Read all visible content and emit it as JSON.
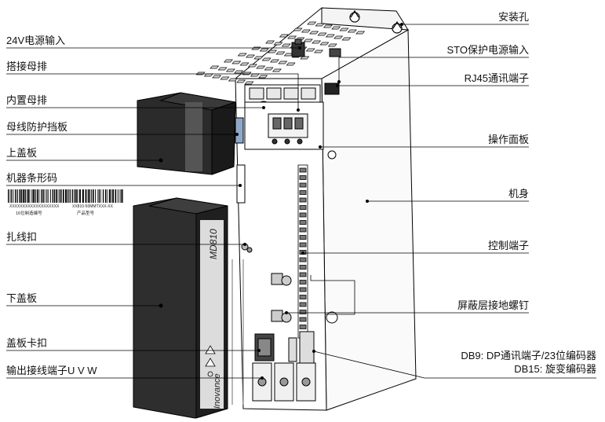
{
  "labels": {
    "left": {
      "v24_input": "24V电源输入",
      "bridge_busbar": "搭接母排",
      "internal_busbar": "内置母排",
      "busbar_guard": "母线防护挡板",
      "top_cover": "上盖板",
      "barcode": "机器条形码",
      "cable_tie": "扎线扣",
      "bottom_cover": "下盖板",
      "cover_clip": "盖板卡扣",
      "output_terminal": "输出接线端子U V W"
    },
    "right": {
      "mounting_hole": "安装孔",
      "sto_input": "STO保护电源输入",
      "rj45": "RJ45通讯端子",
      "operation_panel": "操作面板",
      "body": "机身",
      "control_terminal": "控制端子",
      "shield_screw": "屏蔽层接地螺钉",
      "db9": "DB9: DP通讯端子/23位编码器",
      "db15": "DB15: 旋变编码器"
    }
  },
  "barcode_label": {
    "serial": "XXXXXXXXXXXXXXXXXXX",
    "model": "XX810-50MMTXXX-XX",
    "serial_caption": "16位制造编号",
    "model_caption": "产品型号"
  },
  "product": {
    "model_mark": "MD810",
    "brand_mark": "Inovance"
  },
  "colors": {
    "line": "#000000",
    "body_fill": "#ffffff",
    "cover_dark": "#1a1a1a",
    "cover_mid": "#2e2e2e"
  }
}
